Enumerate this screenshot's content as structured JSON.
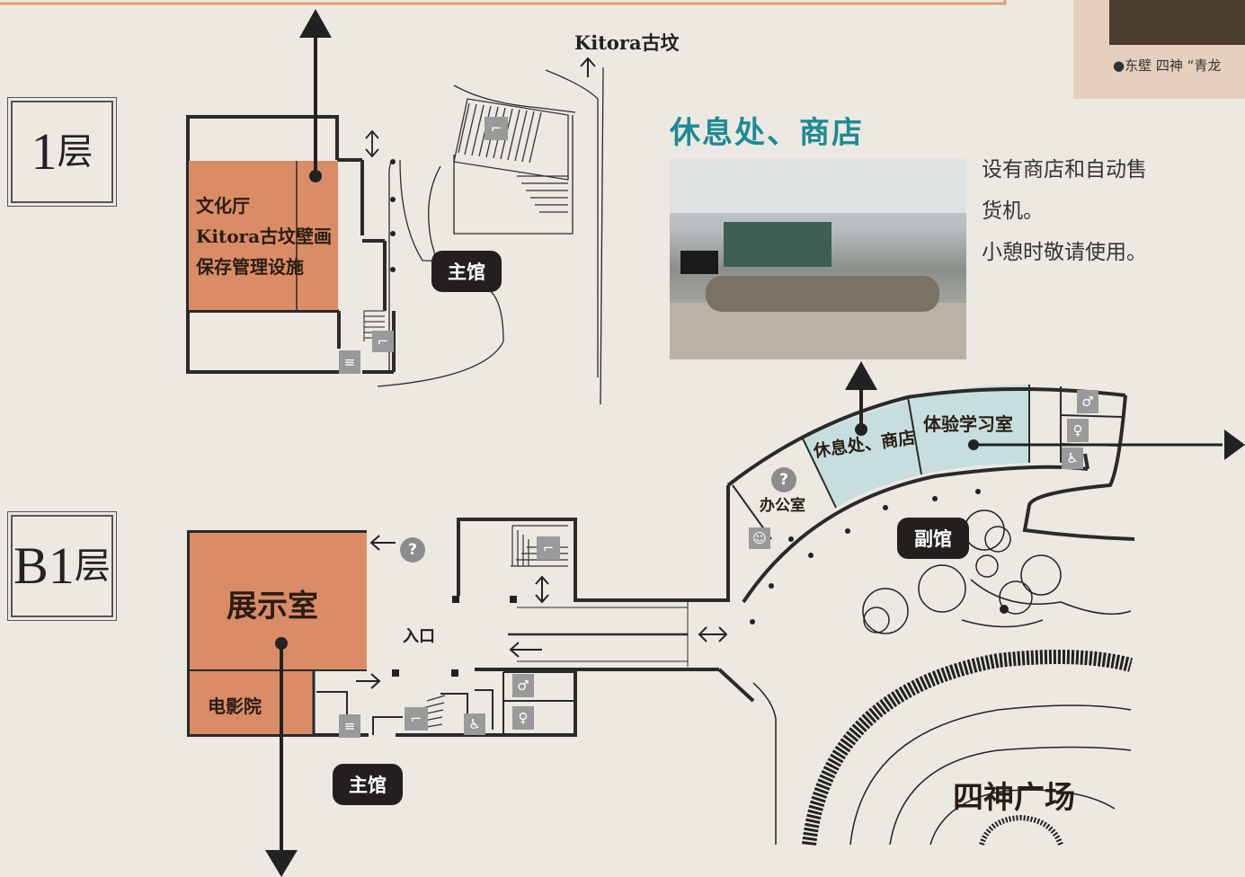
{
  "floors": {
    "first": {
      "num": "1",
      "suffix": "层"
    },
    "basement": {
      "num": "B1",
      "suffix": "层"
    }
  },
  "first_floor": {
    "hall_line1": "文化厅",
    "hall_line2": "Kitora古坟壁画",
    "hall_line3": "保存管理设施",
    "main_hall_tag": "主馆",
    "tomb_label": "Kitora古坟"
  },
  "b1_floor": {
    "exhibition": "展示室",
    "cinema": "电影院",
    "entrance": "入口",
    "main_hall_tag": "主馆"
  },
  "annex": {
    "office": "办公室",
    "rest_shop": "休息处、商店",
    "learning_room": "体验学习室",
    "annex_tag": "副馆",
    "plaza": "四神广场"
  },
  "feature": {
    "heading": "休息处、商店",
    "desc_line1": "设有商店和自动售",
    "desc_line2": "货机。",
    "desc_line3": "小憩时敬请使用。"
  },
  "top_right": {
    "caption": "●东壁 四神 “青龙"
  },
  "icons": {
    "info": "?",
    "elevator": "elevator-icon",
    "stairs": "stairs-icon",
    "toilet": "toilet-icon",
    "wheelchair": "wheelchair-icon"
  },
  "colors": {
    "room_fill": "#d98c66",
    "annex_fill": "#c6dede",
    "heading": "#1e8a95",
    "tag_bg": "#241f1f"
  }
}
